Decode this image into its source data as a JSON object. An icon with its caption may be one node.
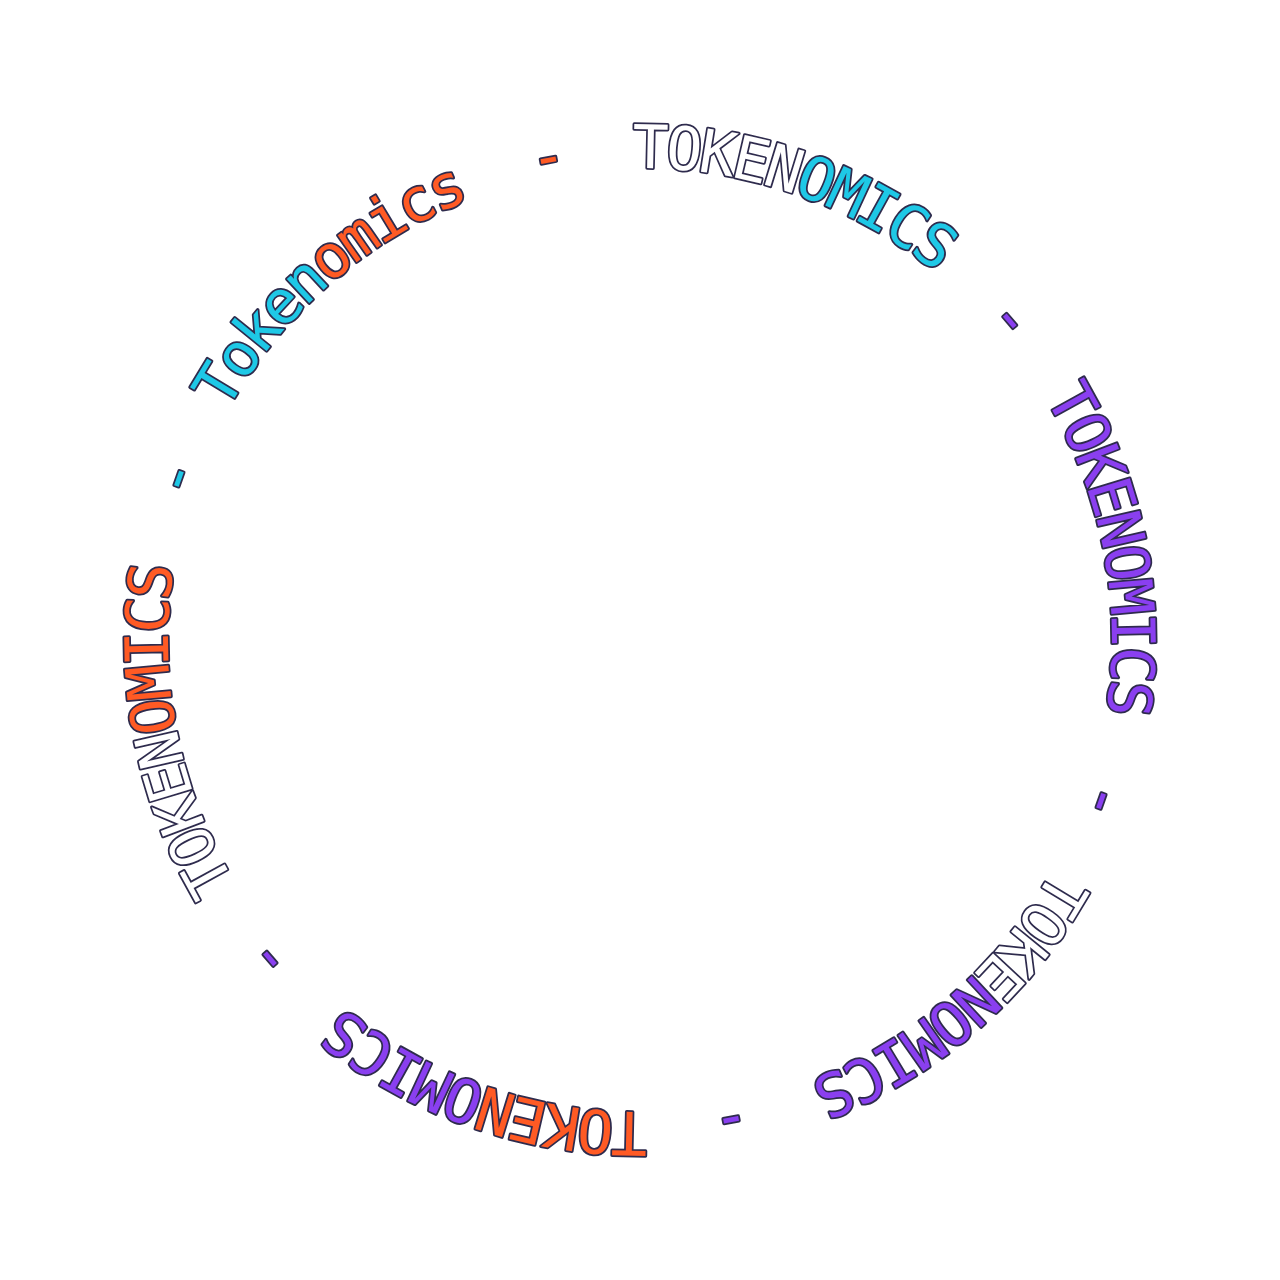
{
  "diagram": {
    "labels": [
      "Tokenomics",
      "-",
      "TOKENOMICS",
      "-",
      "TOKENOMICS",
      "-",
      "TOKENOMICS",
      "-",
      "TOKENOMICS",
      "-",
      "TOKENOMICS",
      "-"
    ]
  }
}
